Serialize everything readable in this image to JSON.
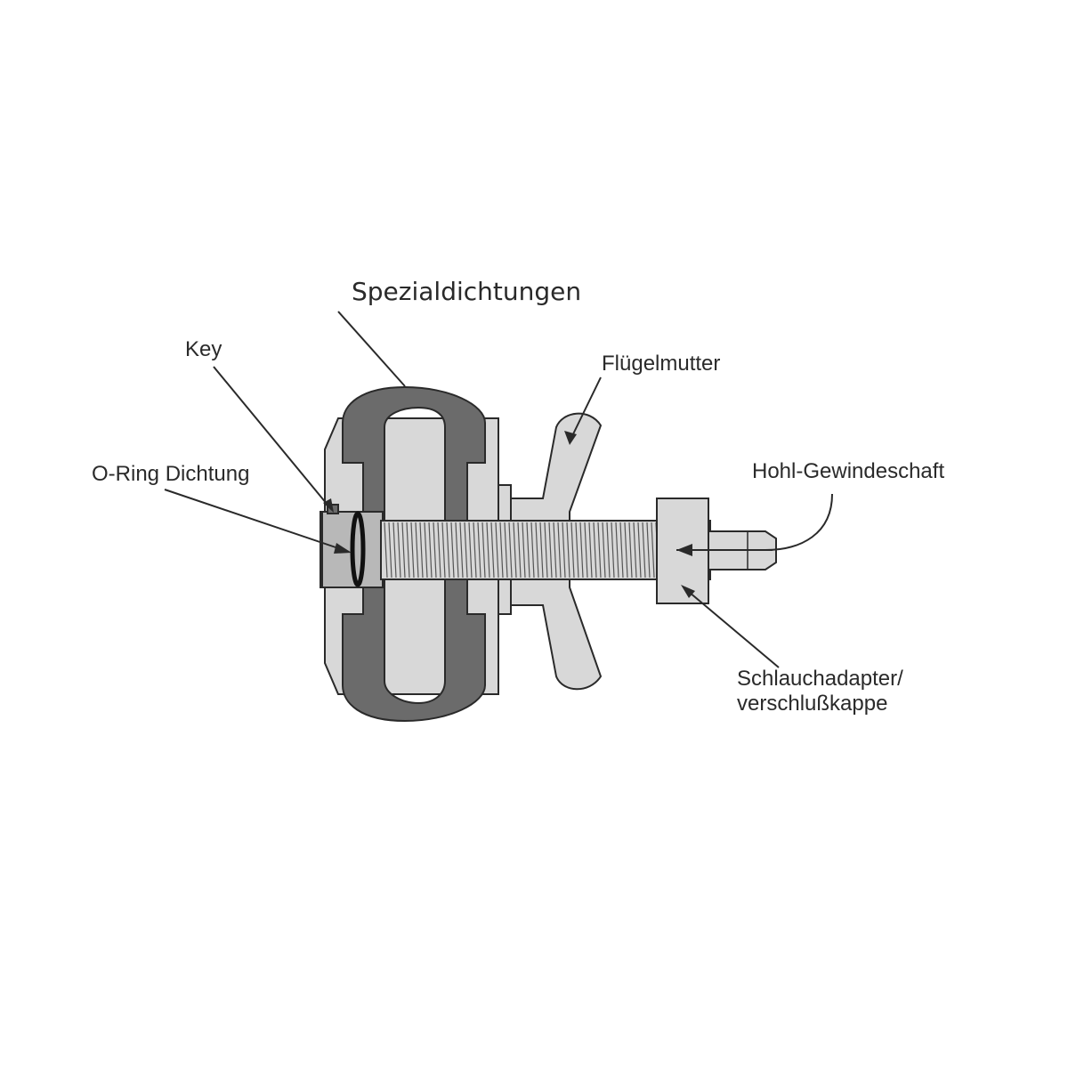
{
  "labels": {
    "special_seals": "Spezialdichtungen",
    "key": "Key",
    "wing_nut": "Flügelmutter",
    "o_ring": "O-Ring Dichtung",
    "hollow_shaft": "Hohl-Gewindeschaft",
    "hose_adapter_line1": "Schlauchadapter/",
    "hose_adapter_line2": "verschlußkappe"
  },
  "colors": {
    "seal_dark": "#6b6b6b",
    "part_light": "#d8d8d8",
    "outline": "#2a2a2a"
  }
}
